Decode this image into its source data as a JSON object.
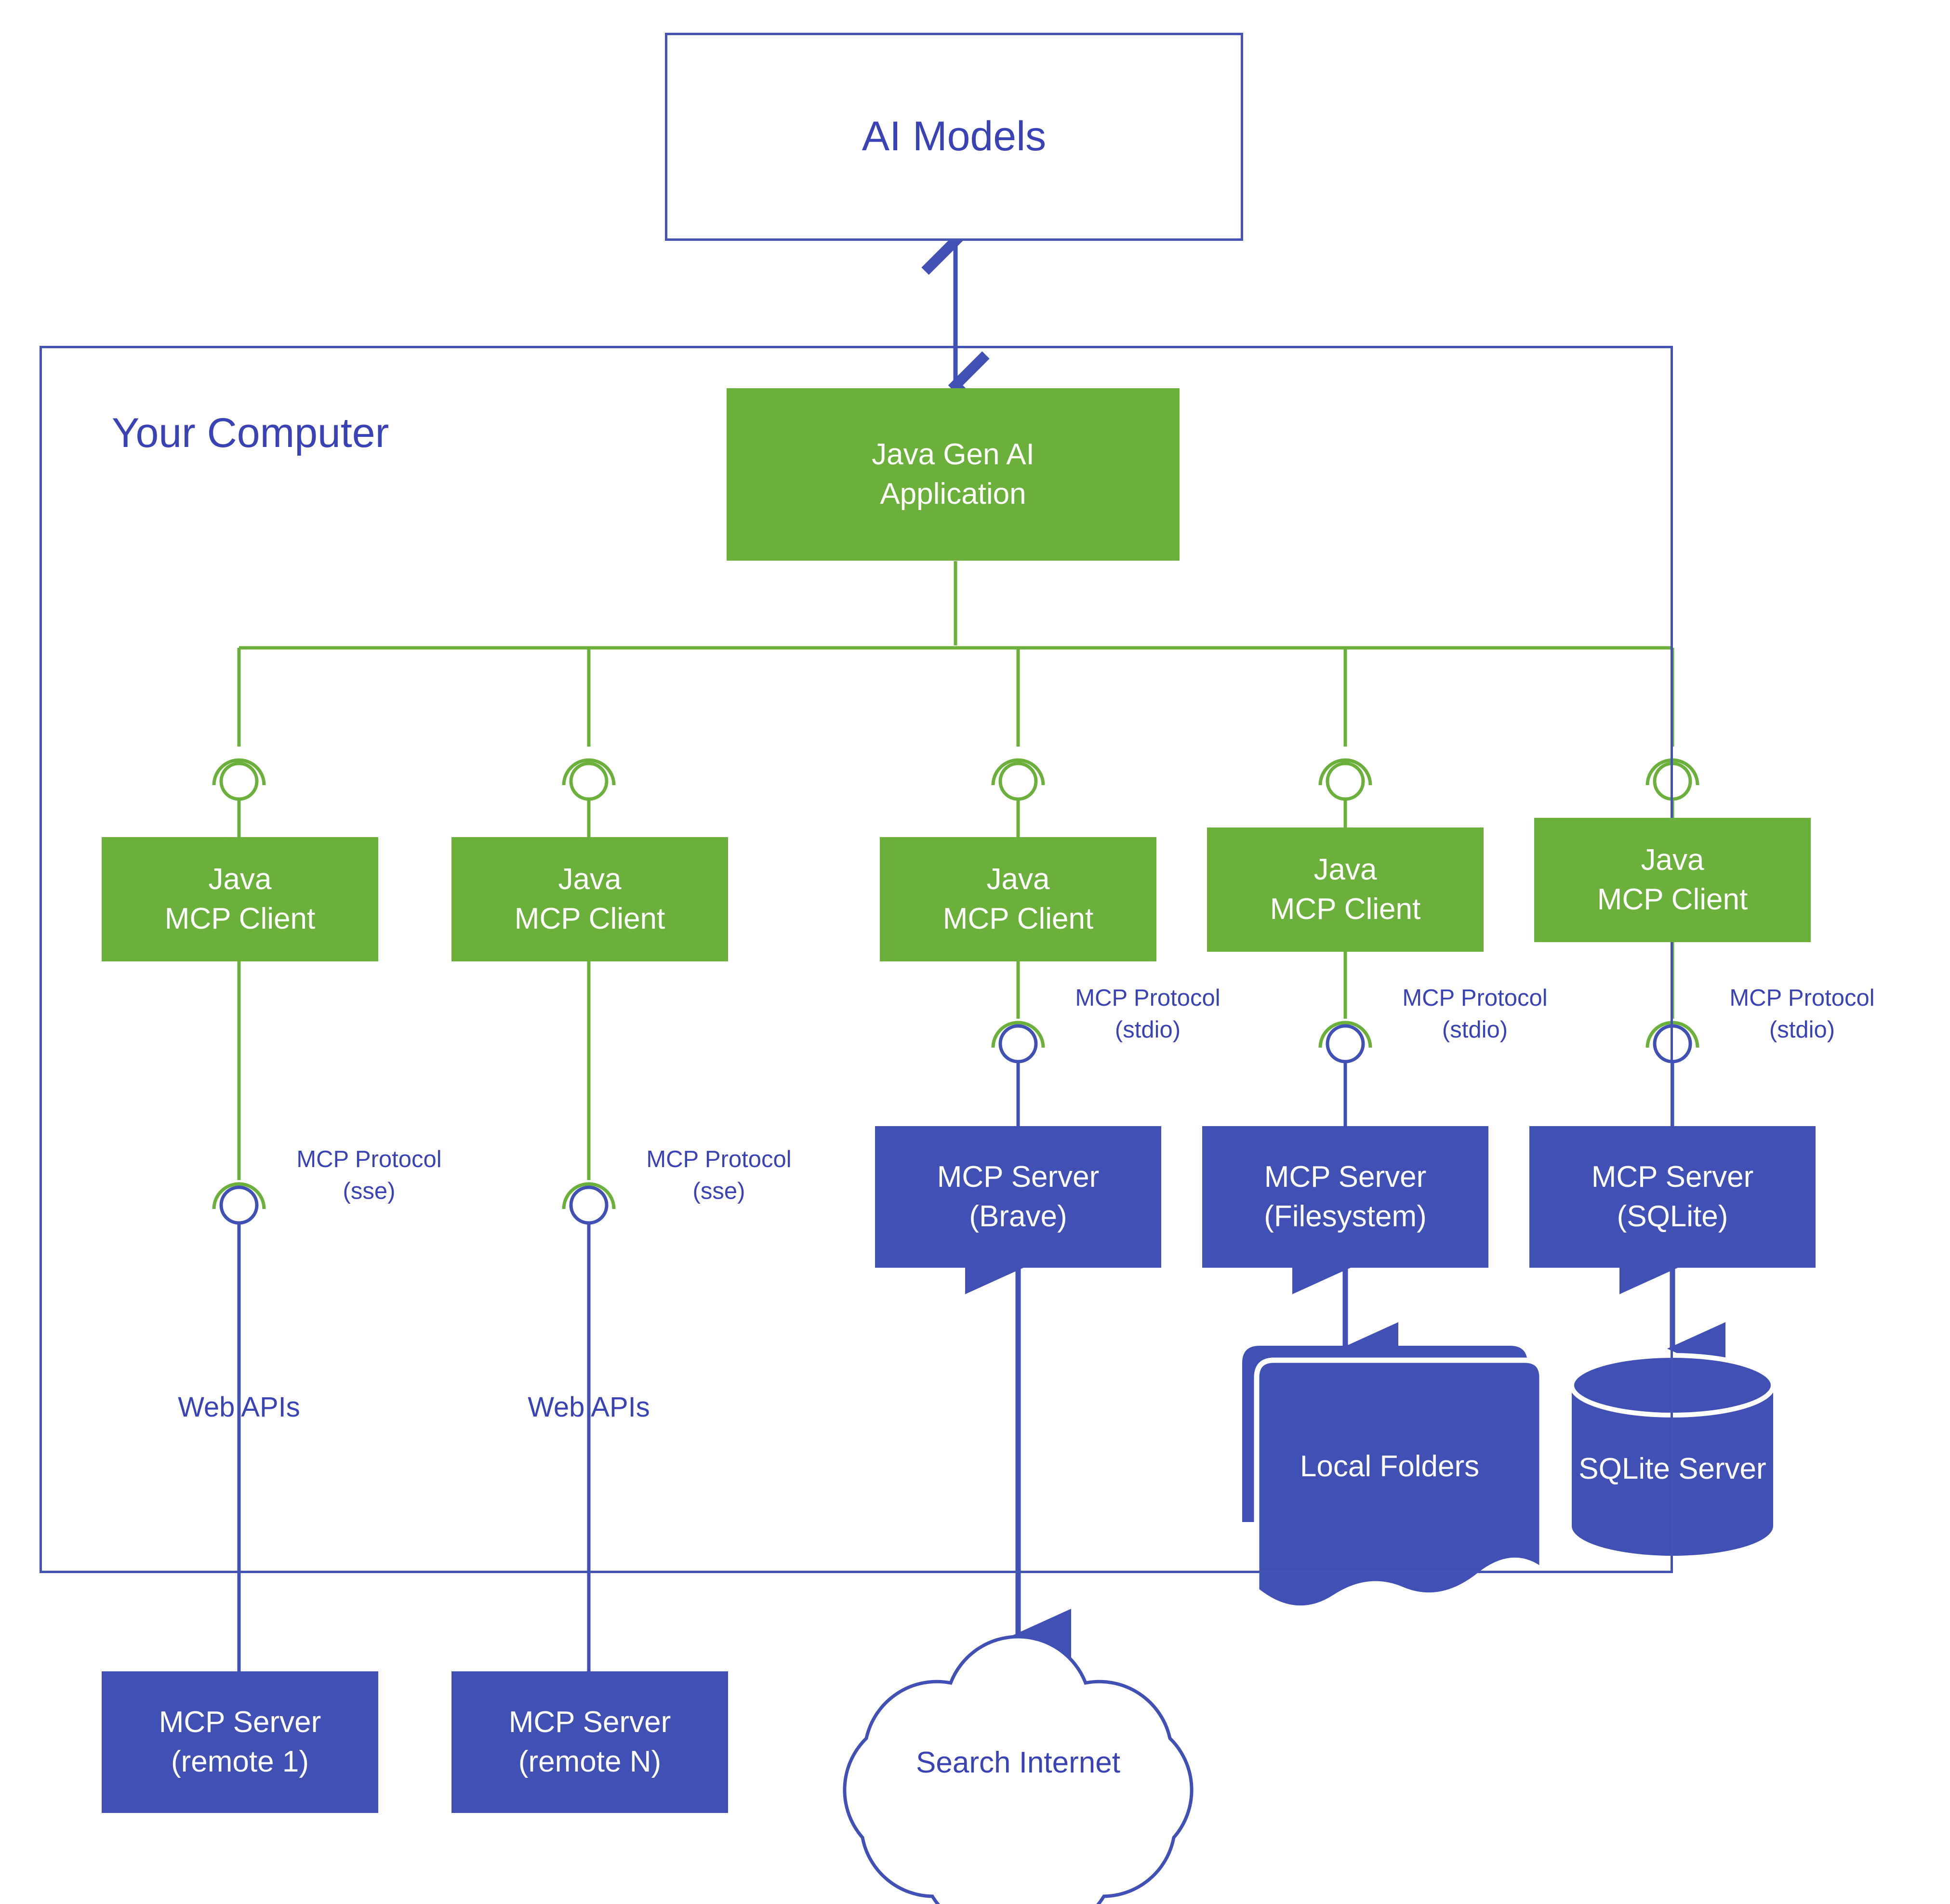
{
  "diagram": {
    "title_node": {
      "label": "AI Models"
    },
    "boundary": {
      "label": "Your Computer"
    },
    "application": {
      "label": "Java Gen AI\nApplication"
    },
    "clients": [
      {
        "label": "Java\nMCP Client"
      },
      {
        "label": "Java\nMCP Client"
      },
      {
        "label": "Java\nMCP Client"
      },
      {
        "label": "Java\nMCP Client"
      },
      {
        "label": "Java\nMCP Client"
      }
    ],
    "protocol_labels": [
      {
        "label": "MCP Protocol\n(sse)"
      },
      {
        "label": "MCP Protocol\n(sse)"
      },
      {
        "label": "MCP Protocol\n(stdio)"
      },
      {
        "label": "MCP Protocol\n(stdio)"
      },
      {
        "label": "MCP Protocol\n(stdio)"
      }
    ],
    "link_labels": [
      {
        "label": "Web APIs"
      },
      {
        "label": "Web APIs"
      }
    ],
    "local_servers": [
      {
        "label": "MCP Server\n(Brave)"
      },
      {
        "label": "MCP Server\n(Filesystem)"
      },
      {
        "label": "MCP Server\n(SQLite)"
      }
    ],
    "remote_servers": [
      {
        "label": "MCP Server\n(remote 1)"
      },
      {
        "label": "MCP Server\n(remote N)"
      }
    ],
    "resources": [
      {
        "label": "Local\nFolders",
        "icon": "folders-icon"
      },
      {
        "label": "SQLite\nServer",
        "icon": "database-cylinder-icon"
      },
      {
        "label": "Search\nInternet",
        "icon": "cloud-icon"
      }
    ],
    "colors": {
      "green": "#6cb03c",
      "blue": "#4050b4",
      "text_blue": "#3a43b5",
      "frame_blue": "#4454b4",
      "white": "#ffffff"
    }
  }
}
